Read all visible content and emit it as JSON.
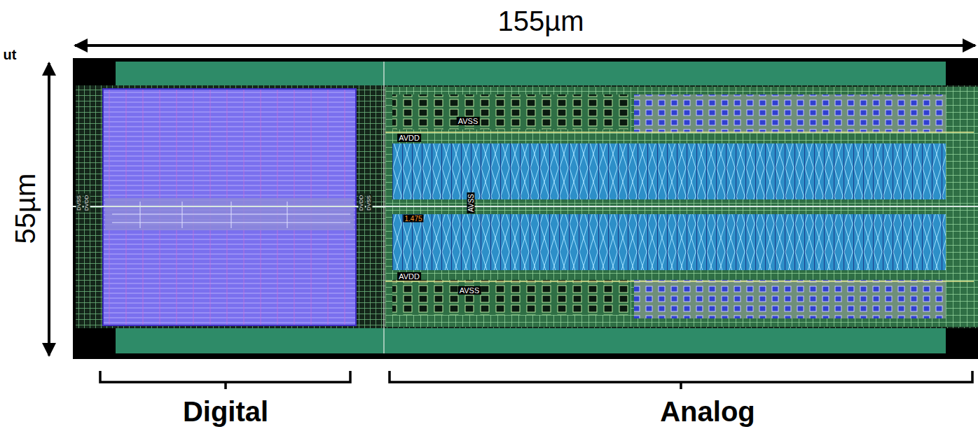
{
  "diagram": {
    "labels": [
      "ut",
      "155µm",
      "55µm",
      "Digital",
      "Analog",
      "AVSS",
      "AVDD",
      "AVDD",
      "AVSS",
      "AVSS",
      "1.475",
      "DVSS",
      "DVDD",
      "DVDD",
      "DVSS"
    ]
  }
}
